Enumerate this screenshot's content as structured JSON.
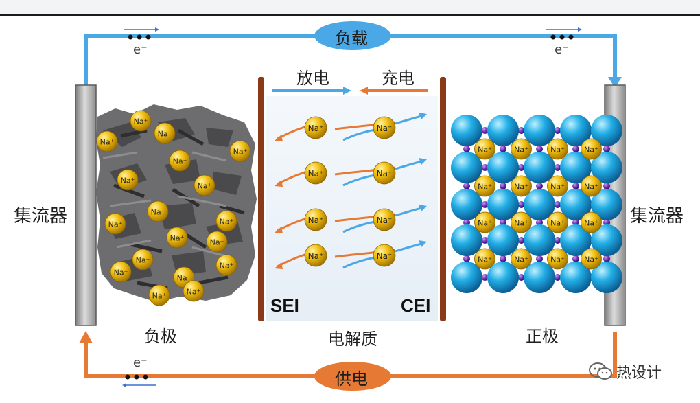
{
  "circuit": {
    "top_label": "负载",
    "bottom_label": "供电",
    "electron_symbol": "e⁻",
    "discharge_color": "#4aa8e6",
    "charge_color": "#e67a34"
  },
  "collectors": {
    "left_label": "集流器",
    "right_label": "集流器"
  },
  "electrodes": {
    "anode_label": "负极",
    "cathode_label": "正极",
    "electrolyte_label": "电解质"
  },
  "flow": {
    "discharge_label": "放电",
    "charge_label": "充电"
  },
  "interfaces": {
    "left": "SEI",
    "right": "CEI"
  },
  "ion_label": "Na⁺",
  "watermark": "热设计",
  "colors": {
    "sodium": "#f2c012",
    "cathode_sphere": "#1fa7e0",
    "cathode_dot": "#6a2fb0",
    "separator": "#8a3a17",
    "collector": "#a8a8a8",
    "electrolyte_bg": "#eaf3fb",
    "graphite": "#6d6d70"
  }
}
